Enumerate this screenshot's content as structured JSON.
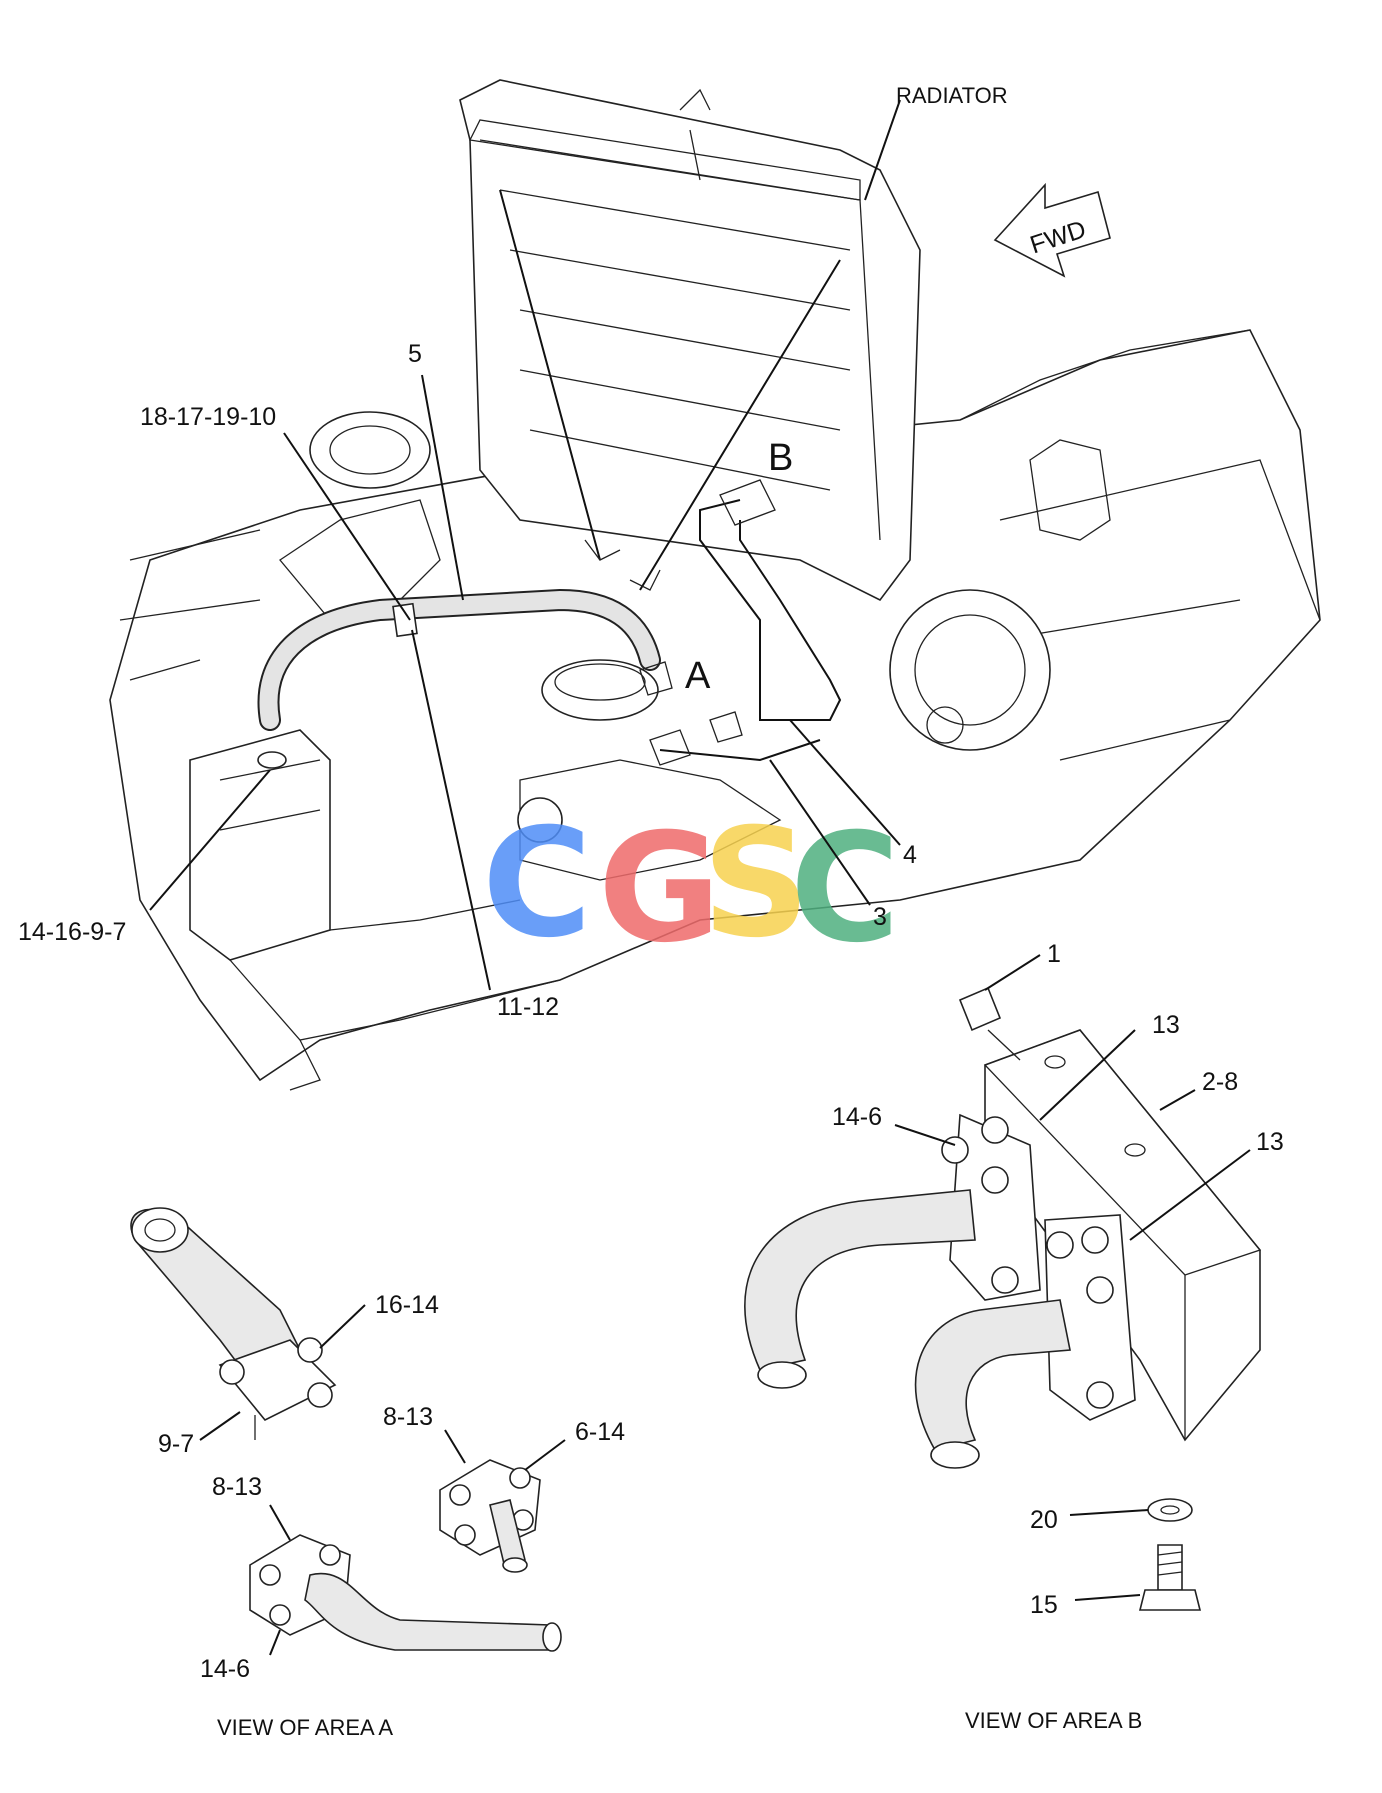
{
  "labels": {
    "radiator": "RADIATOR",
    "fwd": "FWD",
    "area_a": "A",
    "area_b": "B",
    "l5": "5",
    "l18_17_19_10": "18-17-19-10",
    "l14_16_9_7": "14-16-9-7",
    "l11_12": "11-12",
    "l4": "4",
    "l3": "3",
    "l1": "1",
    "l13_top": "13",
    "l2_8": "2-8",
    "l13_right": "13",
    "l14_6_b": "14-6",
    "l20": "20",
    "l15": "15",
    "l16_14": "16-14",
    "l9_7": "9-7",
    "l8_13_a": "8-13",
    "l6_14": "6-14",
    "l8_13_b": "8-13",
    "l14_6_a": "14-6",
    "view_a": "VIEW OF AREA A",
    "view_b": "VIEW OF AREA B"
  },
  "watermark": {
    "letters": [
      "C",
      "G",
      "S",
      "C"
    ],
    "colors": [
      "#4f8ef7",
      "#ef6b6b",
      "#f7d24f",
      "#4fb07f"
    ]
  }
}
